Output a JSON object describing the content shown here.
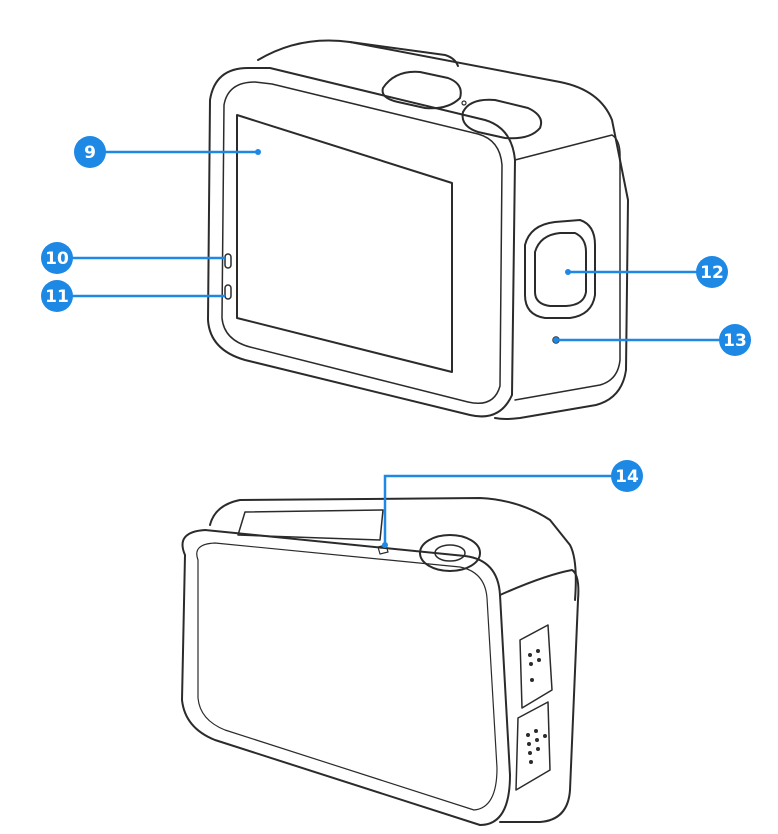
{
  "accent_color": "#1e88e5",
  "line_color": "#2b2b2b",
  "callouts": {
    "c9": "9",
    "c10": "10",
    "c11": "11",
    "c12": "12",
    "c13": "13",
    "c14": "14"
  },
  "parts": {
    "front_view": "camera-back-view",
    "bottom_view": "camera-bottom-view"
  }
}
